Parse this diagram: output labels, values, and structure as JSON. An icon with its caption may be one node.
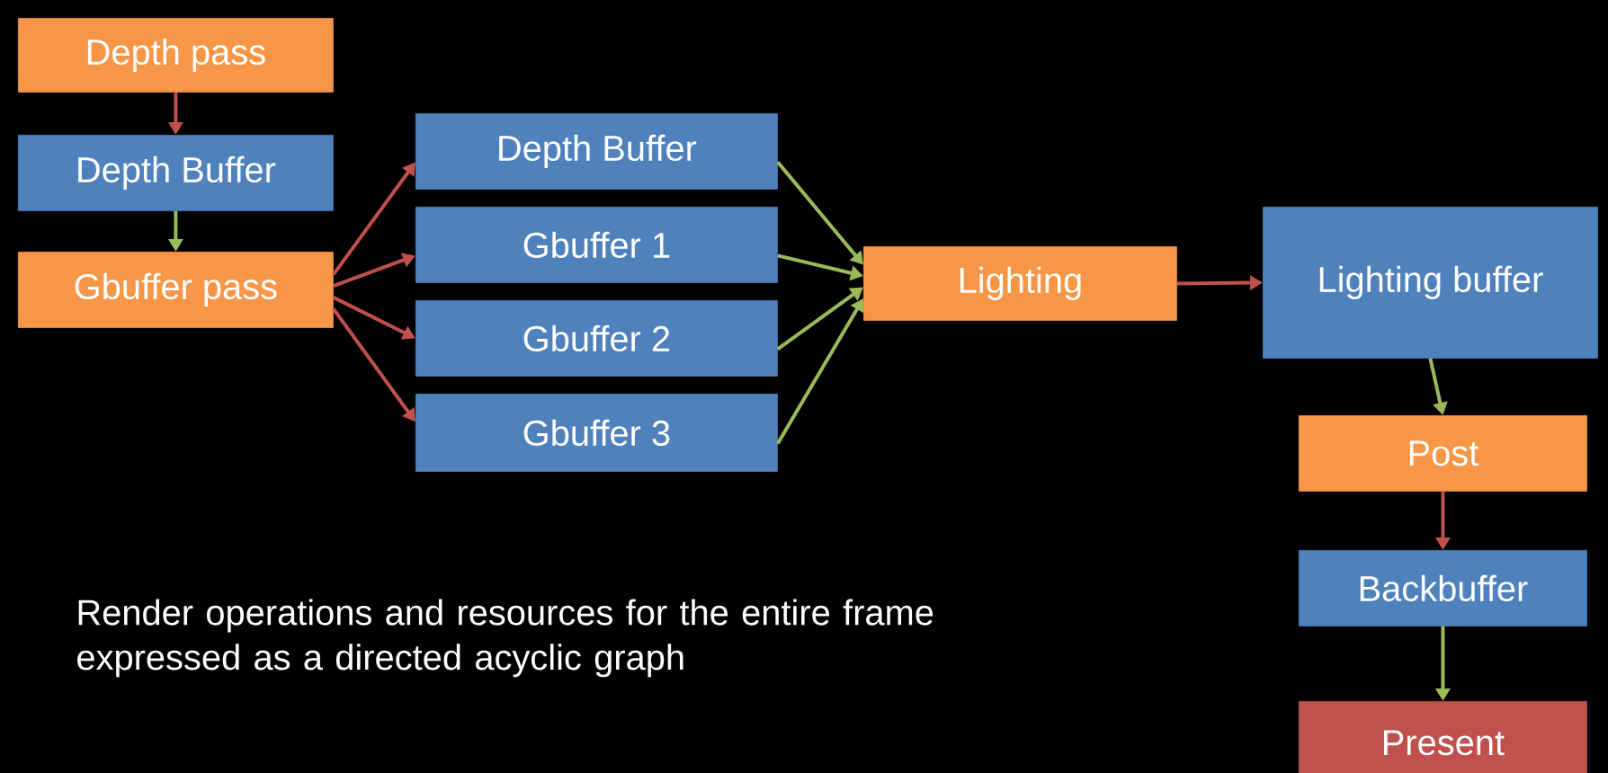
{
  "diagram": {
    "nodes": [
      {
        "text": [
          "Depth pass"
        ]
      },
      {
        "text": [
          "Depth Buffer"
        ]
      },
      {
        "text": [
          "Gbuffer pass"
        ]
      },
      {
        "text": [
          "Depth Buffer"
        ]
      },
      {
        "text": [
          "Gbuffer 1"
        ]
      },
      {
        "text": [
          "Gbuffer 2"
        ]
      },
      {
        "text": [
          "Gbuffer 3"
        ]
      },
      {
        "text": [
          "Lighting"
        ]
      },
      {
        "text": [
          "Lighting buffer"
        ]
      },
      {
        "text": [
          "Post"
        ]
      },
      {
        "text": [
          "Backbuffer"
        ]
      },
      {
        "text": [
          "Present"
        ]
      }
    ],
    "edges": [
      {
        "from": 0,
        "to": 1,
        "arrow": "to",
        "color": "#c0504d"
      },
      {
        "from": 1,
        "to": 2,
        "arrow": "to",
        "color": "#9bbb59"
      },
      {
        "from": 2,
        "to": 3,
        "arrow": "to",
        "color": "#c0504d"
      },
      {
        "from": 2,
        "to": 4,
        "arrow": "to",
        "color": "#c0504d"
      },
      {
        "from": 2,
        "to": 5,
        "arrow": "to",
        "color": "#c0504d"
      },
      {
        "from": 2,
        "to": 6,
        "arrow": "to",
        "color": "#c0504d"
      },
      {
        "from": 3,
        "to": 7,
        "arrow": "to",
        "color": "#9bbb59"
      },
      {
        "from": 4,
        "to": 7,
        "arrow": "to",
        "color": "#9bbb59"
      },
      {
        "from": 5,
        "to": 7,
        "arrow": "to",
        "color": "#9bbb59"
      },
      {
        "from": 6,
        "to": 7,
        "arrow": "to",
        "color": "#9bbb59"
      },
      {
        "from": 7,
        "to": 8,
        "arrow": "to",
        "color": "#c0504d"
      },
      {
        "from": 8,
        "to": 9,
        "arrow": "to",
        "color": "#9bbb59"
      },
      {
        "from": 9,
        "to": 10,
        "arrow": "to",
        "color": "#c0504d"
      },
      {
        "from": 10,
        "to": 11,
        "arrow": "to",
        "color": "#9bbb59"
      }
    ],
    "labels": [
      "Render operations and resources for the entire frame expressed as a directed acyclic graph"
    ]
  }
}
